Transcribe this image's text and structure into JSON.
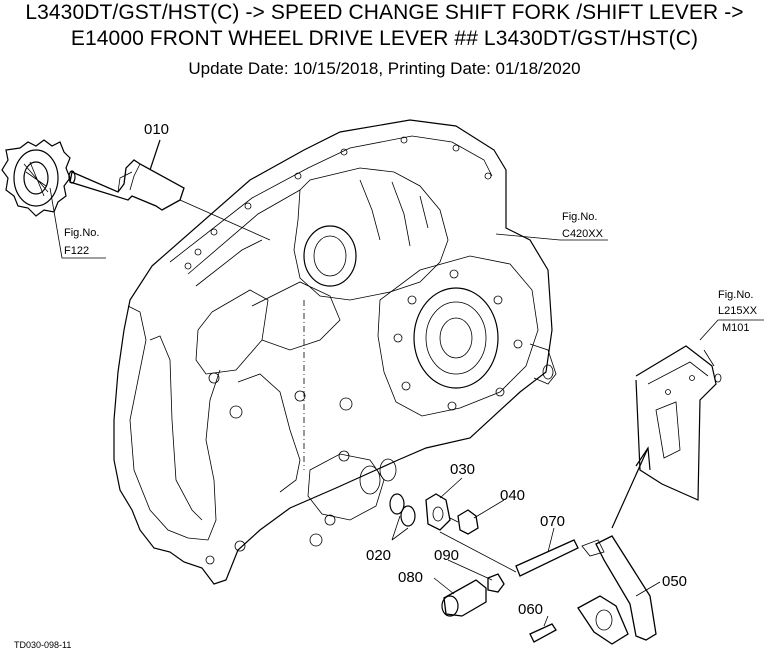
{
  "header": {
    "title_line1": "L3430DT/GST/HST(C) -> SPEED CHANGE SHIFT FORK /SHIFT LEVER ->",
    "title_line2": "E14000 FRONT WHEEL DRIVE LEVER ## L3430DT/GST/HST(C)",
    "dates": "Update Date: 10/15/2018, Printing Date: 01/18/2020"
  },
  "figure_refs": [
    {
      "label": "Fig.No.",
      "code": "F122"
    },
    {
      "label": "Fig.No.",
      "code": "C420XX"
    },
    {
      "label": "Fig.No.",
      "code": "L215XX",
      "code2": "M101"
    }
  ],
  "part_numbers": {
    "p010": "010",
    "p020": "020",
    "p030": "030",
    "p040": "040",
    "p050": "050",
    "p060": "060",
    "p070": "070",
    "p080": "080",
    "p090": "090"
  },
  "drawing_code": "TD030-098-11"
}
